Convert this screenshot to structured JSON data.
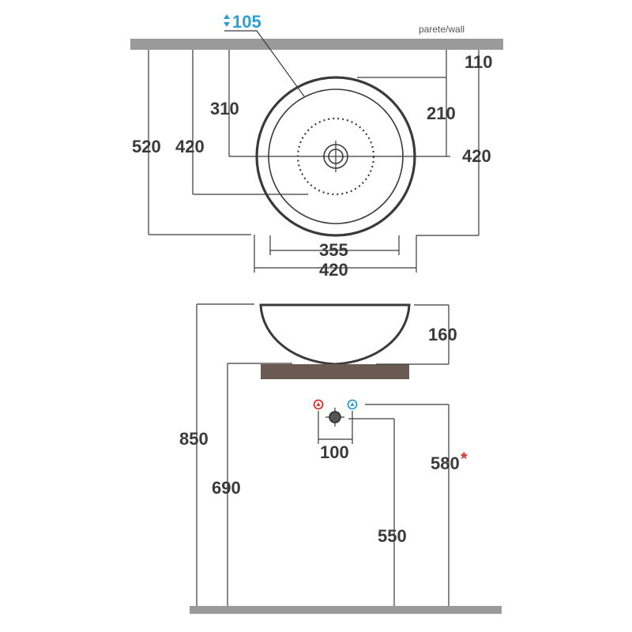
{
  "colors": {
    "wall": "#9a9a9a",
    "countertop": "#6b5a52",
    "lines": "#3a3a3a",
    "hot": "#d9322b",
    "cold": "#2a9fd6",
    "drain_depth_accent": "#2a9fd6",
    "asterisk": "#d9322b"
  },
  "icons": {
    "drain_depth": "up-down-arrow-icon",
    "hot_valve": "hot-water-valve-icon",
    "cold_valve": "cold-water-valve-icon",
    "drain_outlet": "drain-outlet-icon"
  },
  "top_view": {
    "wall_label": "parete/wall",
    "dim_drain_depth": "105",
    "dim_rim_offset": "110",
    "dim_center_from_wall": "310",
    "dim_210": "210",
    "dim_420_right": "420",
    "dim_520_left": "520",
    "dim_420_left": "420",
    "dim_inner_width": "355",
    "dim_outer_width": "420"
  },
  "side_view": {
    "dim_basin_height": "160",
    "dim_total_height": "850",
    "dim_counter_height": "690",
    "dim_valve_spacing": "100",
    "dim_supply_height": "580",
    "asterisk": "*",
    "dim_drain_height": "550"
  }
}
